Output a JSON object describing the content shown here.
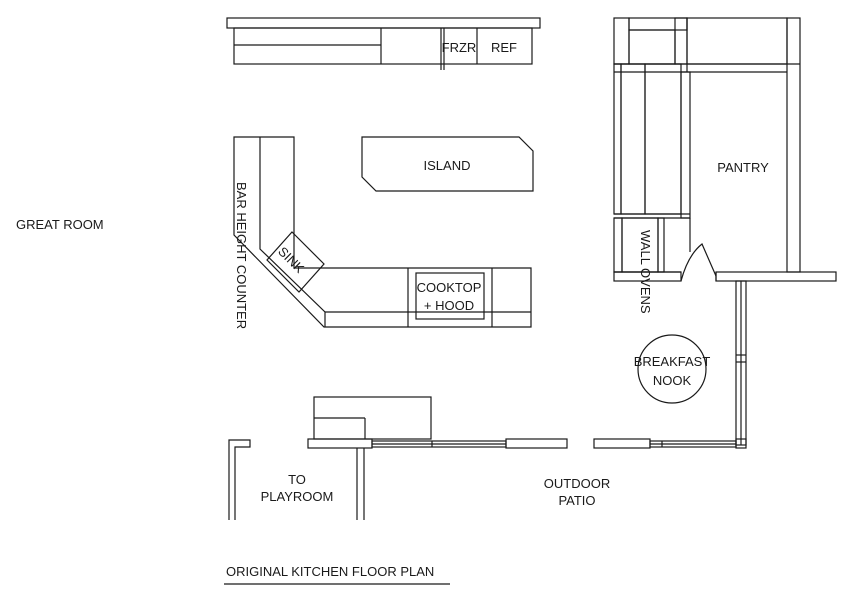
{
  "title": "ORIGINAL KITCHEN FLOOR PLAN",
  "rooms": {
    "great_room": "GREAT ROOM",
    "pantry": "PANTRY",
    "island": "ISLAND",
    "outdoor_patio": [
      "OUTDOOR",
      "PATIO"
    ],
    "to_playroom": [
      "TO",
      "PLAYROOM"
    ],
    "breakfast_nook": [
      "BREAKFAST",
      "NOOK"
    ]
  },
  "fixtures": {
    "freezer": "FRZR",
    "refrigerator": "REF",
    "sink": "SINK",
    "cooktop": [
      "COOKTOP",
      "+ HOOD"
    ],
    "bar_counter": "BAR HEIGHT COUNTER",
    "wall_ovens": "WALL OVENS"
  },
  "colors": {
    "ink": "#1a1a1a",
    "background": "#ffffff"
  }
}
